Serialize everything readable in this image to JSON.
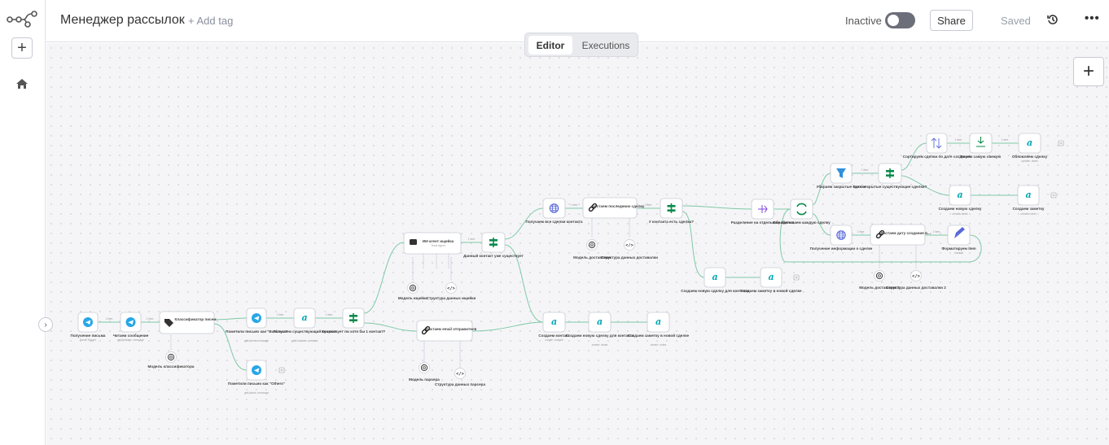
{
  "header": {
    "title": "Менеджер рассылок",
    "add_tag": "+ Add tag",
    "status": "Inactive",
    "share": "Share",
    "saved": "Saved"
  },
  "tabs": {
    "editor": "Editor",
    "executions": "Executions"
  },
  "colors": {
    "connector": "#7ec9a5",
    "node_border": "#c9ccd4",
    "telegram": "#27a7e7",
    "aitable": "#00a6b4",
    "filter": "#2f8fdc",
    "sort": "#5869d9",
    "if": "#0b8a4c",
    "merge": "#7d45de"
  },
  "nodes": {
    "tg_trigger": {
      "label": "Получение письма",
      "sub": "Email Trigger",
      "icon": "telegram-icon"
    },
    "tg_read": {
      "label": "Читаем сообщение",
      "sub": "getUpdates: message",
      "icon": "telegram-icon"
    },
    "classifier": {
      "label": "Классификатор писем",
      "icon": "tag-icon"
    },
    "model_classifier": {
      "label": "Модель классификатора"
    },
    "tg_business": {
      "label": "Пометили письмо как \"Business\"",
      "sub": "getLabels: message",
      "icon": "telegram-icon"
    },
    "tg_others": {
      "label": "Пометили письмо как \"Others\"",
      "sub": "getLabels: message",
      "icon": "telegram-icon"
    },
    "get_contact": {
      "label": "Получаем существующий контакт",
      "sub": "getContacts: contacts"
    },
    "if_contact": {
      "label": "Существует ли хотя бы 1 контакт?"
    },
    "ai_agent": {
      "label": "ИИ-агент ищейка",
      "sub": "Tools Agent"
    },
    "model_sleuth": {
      "label": "Модель ищейки"
    },
    "struct_sleuth": {
      "label": "Структура данных ищейки"
    },
    "if_exists": {
      "label": "Данный контакт уже существует"
    },
    "get_deals": {
      "label": "Получаем все сделки контакта"
    },
    "extract_last": {
      "label": "Достаем последнюю сделку"
    },
    "model_extract": {
      "label": "Модель доставания"
    },
    "struct_extract": {
      "label": "Структура данных доставалки"
    },
    "if_has_deal": {
      "label": "У контакта есть сделка?"
    },
    "create_deal_contact": {
      "label": "Создаем новую сделку для контакта"
    },
    "create_note_deal": {
      "label": "Создаем заметку в новой сделке"
    },
    "parse_email": {
      "label": "Достаем email отправителя"
    },
    "model_parser": {
      "label": "Модель парсера"
    },
    "struct_parser": {
      "label": "Структура данных парсера"
    },
    "create_contact": {
      "label": "Создаем контакт",
      "sub": "create: contact"
    },
    "create_deal": {
      "label": "Создаем новую сделку для контакта",
      "sub": "create: deals"
    },
    "create_note": {
      "label": "Создаем заметку в новой сделке",
      "sub": "create: notes"
    },
    "split_deals": {
      "label": "Разделение на отдельные сделки"
    },
    "loop_deals": {
      "label": "Обрабатываем каждую сделку"
    },
    "filter_closed": {
      "label": "Убираем закрытые сделки"
    },
    "if_open": {
      "label": "Есть открытые существующие сделки?"
    },
    "sort_date": {
      "label": "Сортируем сделки по дате создания"
    },
    "take_latest": {
      "label": "Берем самую свежую"
    },
    "update_deal": {
      "label": "Обновляем сделку",
      "sub": "update: deals"
    },
    "create_deal2": {
      "label": "Создаем новую сделку",
      "sub": "create: deals"
    },
    "create_note2": {
      "label": "Создаем заметку",
      "sub": "create: notes"
    },
    "get_deal_info": {
      "label": "Получение информации о сделке"
    },
    "extract_date": {
      "label": "Достаем дату создания в..."
    },
    "model_extract2": {
      "label": "Модель доставания 2"
    },
    "struct_extract2": {
      "label": "Структура данных доставалки 2"
    },
    "format_item": {
      "label": "Форматируем item",
      "sub": "manual"
    }
  },
  "edge_labels": {
    "item": "1 item",
    "true": "true",
    "false": "false"
  }
}
